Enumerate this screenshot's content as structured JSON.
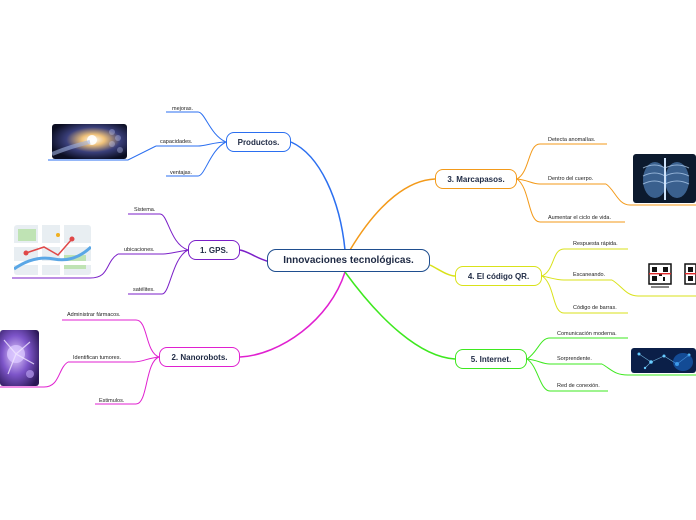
{
  "map": {
    "central": "Innovaciones tecnológicas.",
    "colors": {
      "productos": "#2b6ff0",
      "gps": "#7b1fc8",
      "nanorobots": "#e020d0",
      "marcapasos": "#f39a1a",
      "qr": "#d9e21a",
      "internet": "#3ee81f",
      "central_border": "#1f4e8f"
    },
    "branches": {
      "productos": {
        "label": "Productos.",
        "leaves": [
          "mejoras.",
          "capacidades.",
          "ventajas."
        ]
      },
      "gps": {
        "label": "1. GPS.",
        "leaves": [
          "Sistema.",
          "ubicaciones.",
          "satélites."
        ]
      },
      "nanorobots": {
        "label": "2. Nanorobots.",
        "leaves": [
          "Administrar fármacos.",
          "Identifican tumores.",
          "Estimulos."
        ]
      },
      "marcapasos": {
        "label": "3. Marcapasos.",
        "leaves": [
          "Detecta anomalías.",
          "Dentro del cuerpo.",
          "Aumentar el ciclo de vida."
        ]
      },
      "qr": {
        "label": "4.  El código QR.",
        "leaves": [
          "Respuesta rápida.",
          "Escaneando.",
          "Código de barras."
        ]
      },
      "internet": {
        "label": "5.  Internet.",
        "leaves": [
          "Comunicación moderna.",
          "Sorprendente.",
          "Red de conexión."
        ]
      }
    },
    "images": {
      "productos": "tech-hand-image",
      "gps": "map-image",
      "nanorobots": "nanorobot-image",
      "marcapasos": "xray-image",
      "qr": "qr-code-image",
      "internet": "network-image"
    }
  }
}
